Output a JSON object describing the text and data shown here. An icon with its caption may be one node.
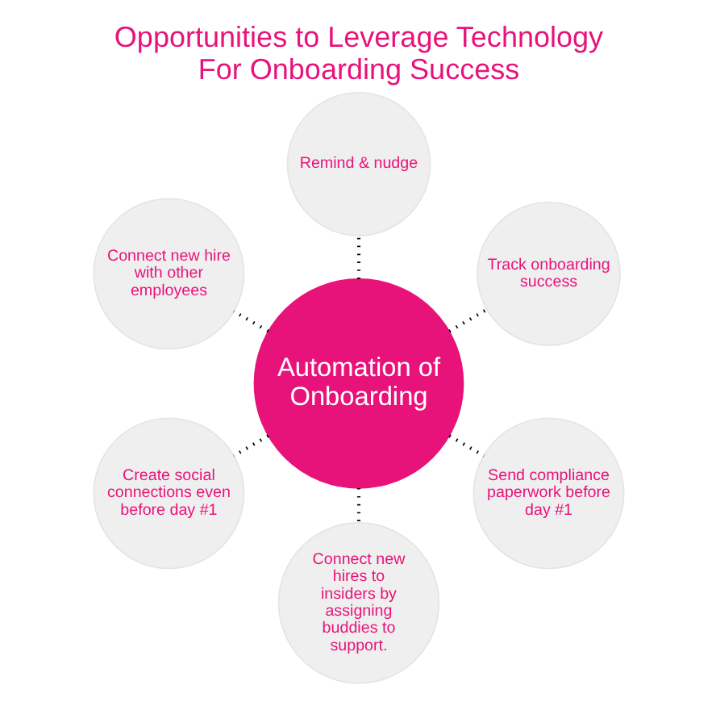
{
  "diagram": {
    "title": "Opportunities to Leverage Technology For Onboarding Success",
    "nodes": [
      {
        "text": [
          "Track onboarding success"
        ]
      },
      {
        "text": [
          "Remind & nudge"
        ]
      },
      {
        "text": [
          "Connect new hire with other employees"
        ]
      },
      {
        "text": [
          "Automation of Onboarding"
        ]
      },
      {
        "text": [
          "Create social connections even before day #1"
        ]
      },
      {
        "text": [
          "Connect new hires to insiders by assigning buddies to support."
        ]
      },
      {
        "text": [
          "Send compliance paperwork before day #1"
        ]
      }
    ],
    "edges": [
      {
        "from": 3,
        "to": 0,
        "arrow": "none",
        "style": "dashed"
      },
      {
        "from": 3,
        "to": 1,
        "arrow": "none",
        "style": "dashed"
      },
      {
        "from": 3,
        "to": 2,
        "arrow": "none",
        "style": "dashed"
      },
      {
        "from": 3,
        "to": 4,
        "arrow": "none",
        "style": "dashed"
      },
      {
        "from": 3,
        "to": 5,
        "arrow": "none",
        "style": "dashed"
      },
      {
        "from": 3,
        "to": 6,
        "arrow": "none",
        "style": "dashed"
      }
    ]
  }
}
